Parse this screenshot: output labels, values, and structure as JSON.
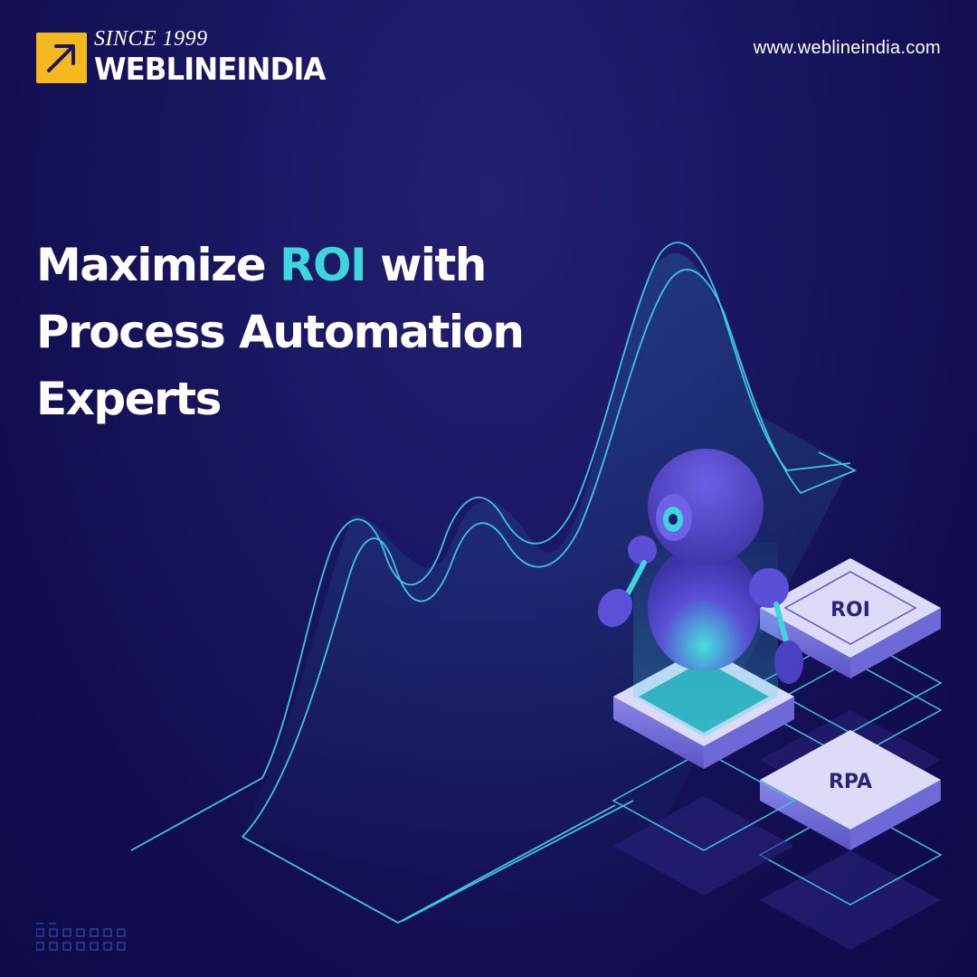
{
  "brand": {
    "since": "SINCE 1999",
    "name": "WEBLINEINDIA",
    "logo_icon": "arrow-up-right-icon",
    "logo_color": "#f5b81f"
  },
  "site_url": "www.weblineindia.com",
  "headline": {
    "part1": "Maximize ",
    "highlight": "ROI",
    "part2": " with",
    "line2": "Process Automation",
    "line3": "Experts"
  },
  "tiles": {
    "roi": "ROI",
    "rpa": "RPA"
  },
  "colors": {
    "accent": "#3dd6de",
    "background": "#15115a",
    "tile_face": "#dcdcf8",
    "tile_text": "#2a2478"
  }
}
